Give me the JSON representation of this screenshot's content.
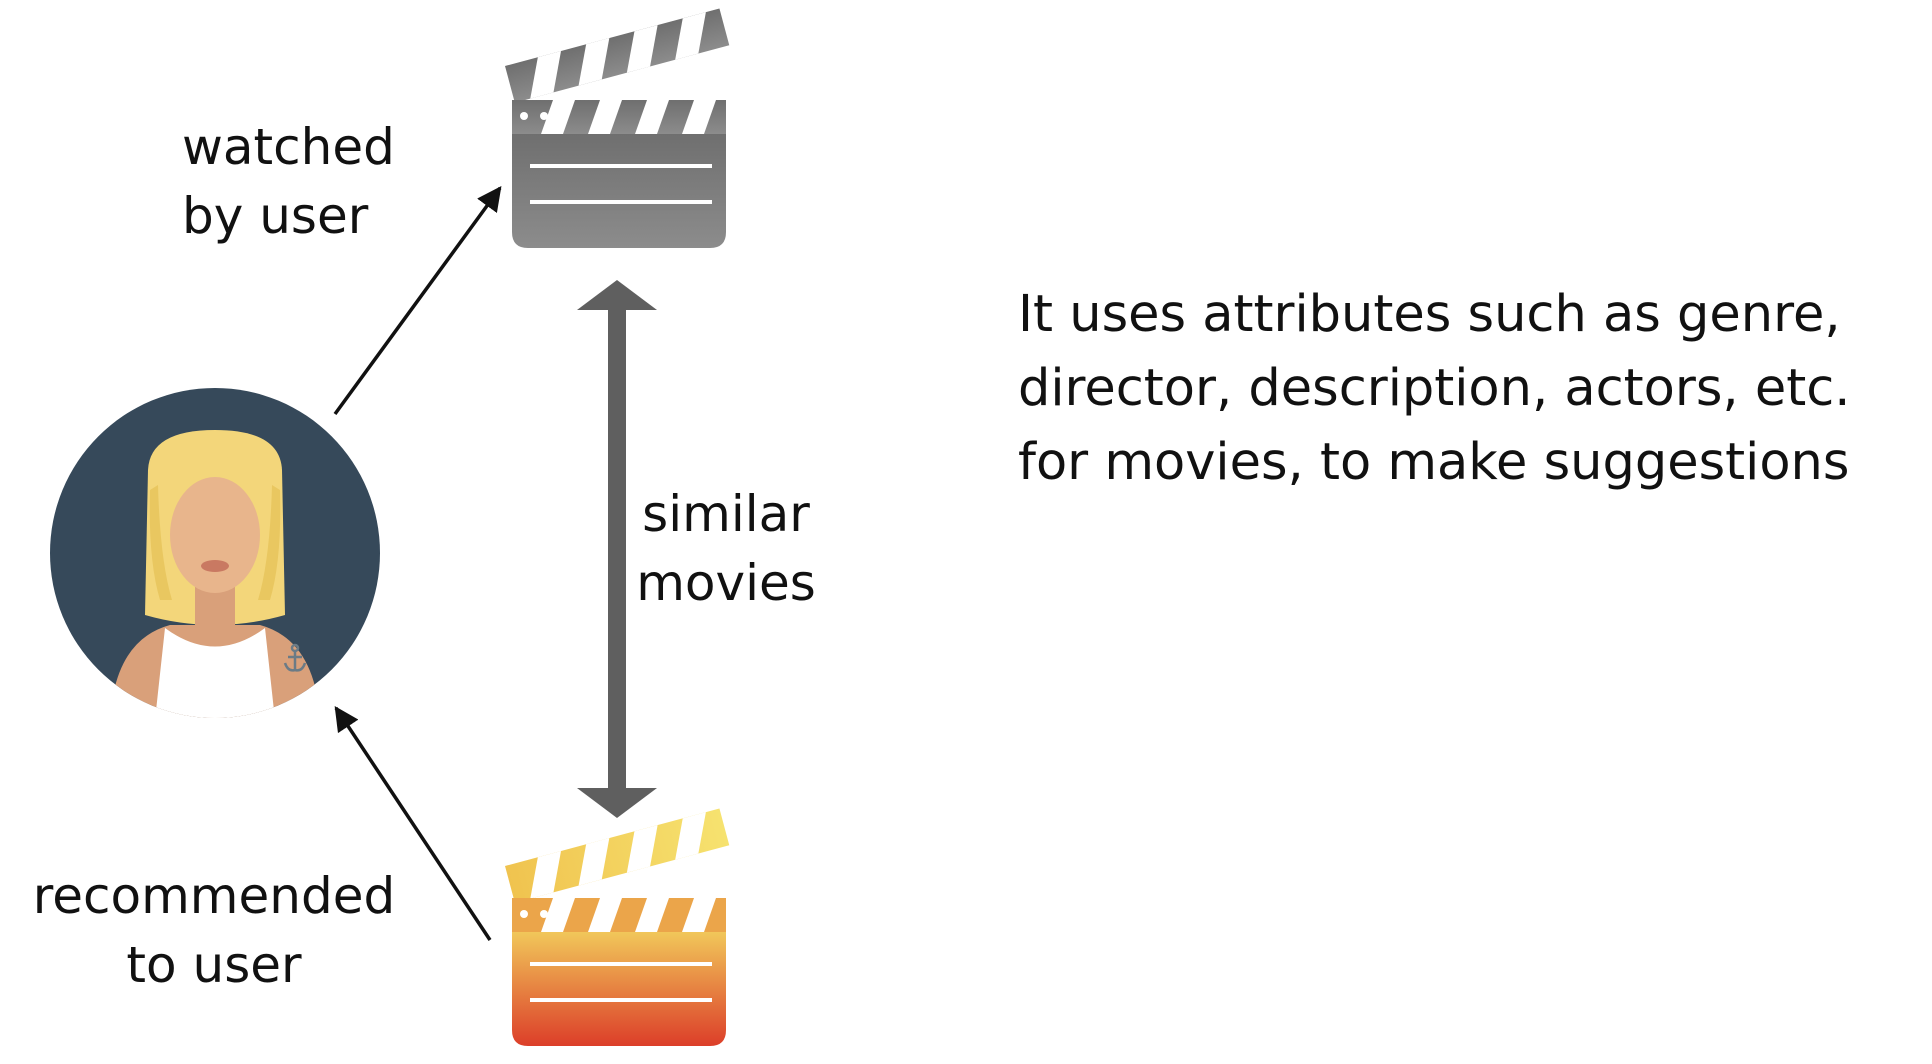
{
  "diagram": {
    "labels": {
      "watched": [
        "watched",
        "by user"
      ],
      "similar": [
        "similar",
        "movies"
      ],
      "recommended": [
        "recommended",
        "to user"
      ]
    },
    "description": [
      "It uses attributes such as genre,",
      "director, description, actors, etc.",
      "for movies, to make suggestions"
    ],
    "colors": {
      "background": "#ffffff",
      "text": "#111111",
      "arrow_dark": "#111111",
      "arrow_gray": "#5f5f5f",
      "clapper_gray": "#7a7a7a",
      "clapper_gradient_top": "#f3d35a",
      "clapper_gradient_bottom": "#dd3f2a",
      "avatar_background": "#36495a",
      "hair": "#f3d67a",
      "skin": "#e8b58c"
    },
    "icons": [
      "clapperboard-icon",
      "clapperboard-icon",
      "user-avatar-icon",
      "anchor-tattoo-icon"
    ]
  }
}
